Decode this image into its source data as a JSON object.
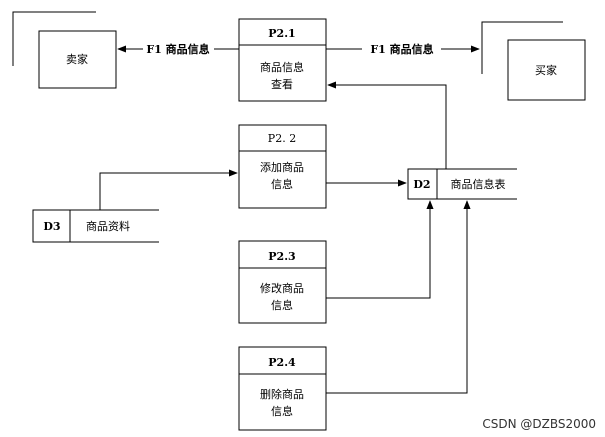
{
  "entities": {
    "seller": "卖家",
    "buyer": "买家"
  },
  "flows": {
    "to_seller": "F1  商品信息",
    "to_buyer": "F1  商品信息"
  },
  "processes": [
    {
      "id": "P2.1",
      "name_line1": "商品信息",
      "name_line2": "查看"
    },
    {
      "id": "P2. 2",
      "name_line1": "添加商品",
      "name_line2": "信息"
    },
    {
      "id": "P2.3",
      "name_line1": "修改商品",
      "name_line2": "信息"
    },
    {
      "id": "P2.4",
      "name_line1": "删除商品",
      "name_line2": "信息"
    }
  ],
  "stores": [
    {
      "id": "D2",
      "name": "商品信息表"
    },
    {
      "id": "D3",
      "name": "商品资料"
    }
  ],
  "watermark": "CSDN @DZBS2000"
}
